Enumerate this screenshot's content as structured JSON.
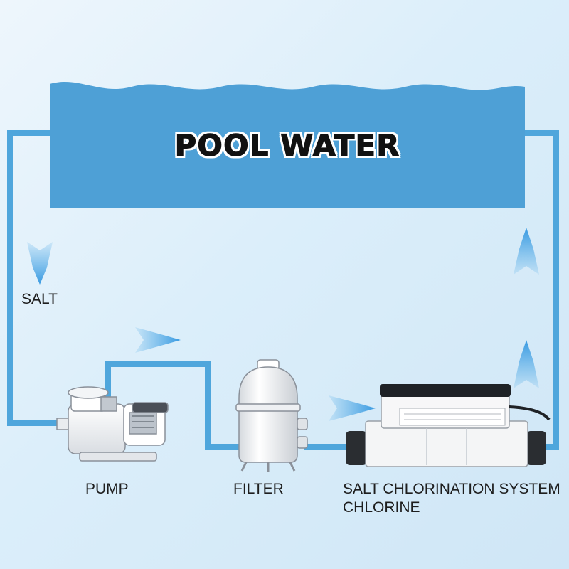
{
  "pool": {
    "title": "POOL WATER"
  },
  "labels": {
    "salt": "SALT",
    "pump": "PUMP",
    "filter": "FILTER",
    "chlorinator_line1": "SALT CHLORINATION SYSTEM",
    "chlorinator_line2": "CHLORINE"
  },
  "colors": {
    "water": "#4ea0d6",
    "pipe": "#4fa6dc",
    "arrow": "#4aa8e6",
    "background": "#dbeefa"
  },
  "icons": [
    "salt-flow-arrow",
    "flow-arrow-right",
    "flow-arrow-up",
    "pump-icon",
    "filter-tank-icon",
    "chlorinator-cell-icon"
  ]
}
